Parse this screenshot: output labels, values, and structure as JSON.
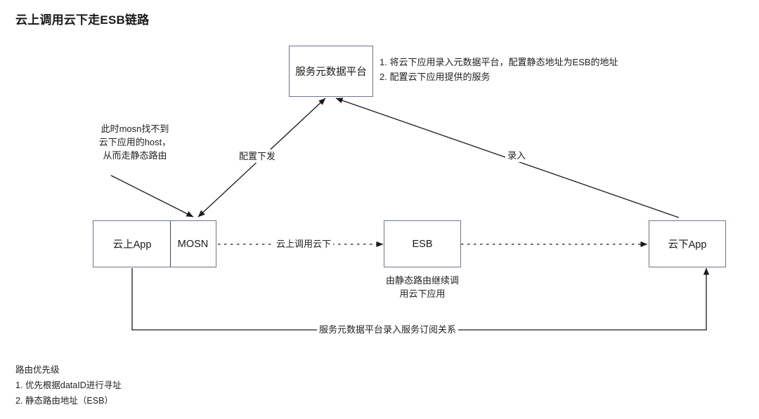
{
  "diagram": {
    "title": "云上调用云下走ESB链路",
    "nodes": {
      "metadata_platform": "服务元数据平台",
      "cloud_app": "云上App",
      "mosn": "MOSN",
      "esb": "ESB",
      "onprem_app": "云下App"
    },
    "edge_labels": {
      "config_push": "配置下发",
      "register": "录入",
      "cloud_calls_onprem": "云上调用云下",
      "subscription": "服务元数据平台录入服务订阅关系"
    },
    "annotations": {
      "mosn_note_line1": "此时mosn找不到",
      "mosn_note_line2": "云下应用的host，",
      "mosn_note_line3": "从而走静态路由",
      "esb_note_line1": "由静态路由继续调",
      "esb_note_line2": "用云下应用"
    },
    "platform_notes": [
      "1. 将云下应用录入元数据平台，配置静态地址为ESB的地址",
      "2. 配置云下应用提供的服务"
    ],
    "footer": {
      "heading": "路由优先级",
      "items": [
        "1. 优先根据dataID进行寻址",
        "2. 静态路由地址（ESB）"
      ]
    },
    "colors": {
      "node_border": "#6a7590",
      "line": "#1a1a1a",
      "text": "#1a1a1a",
      "background": "#ffffff"
    }
  }
}
